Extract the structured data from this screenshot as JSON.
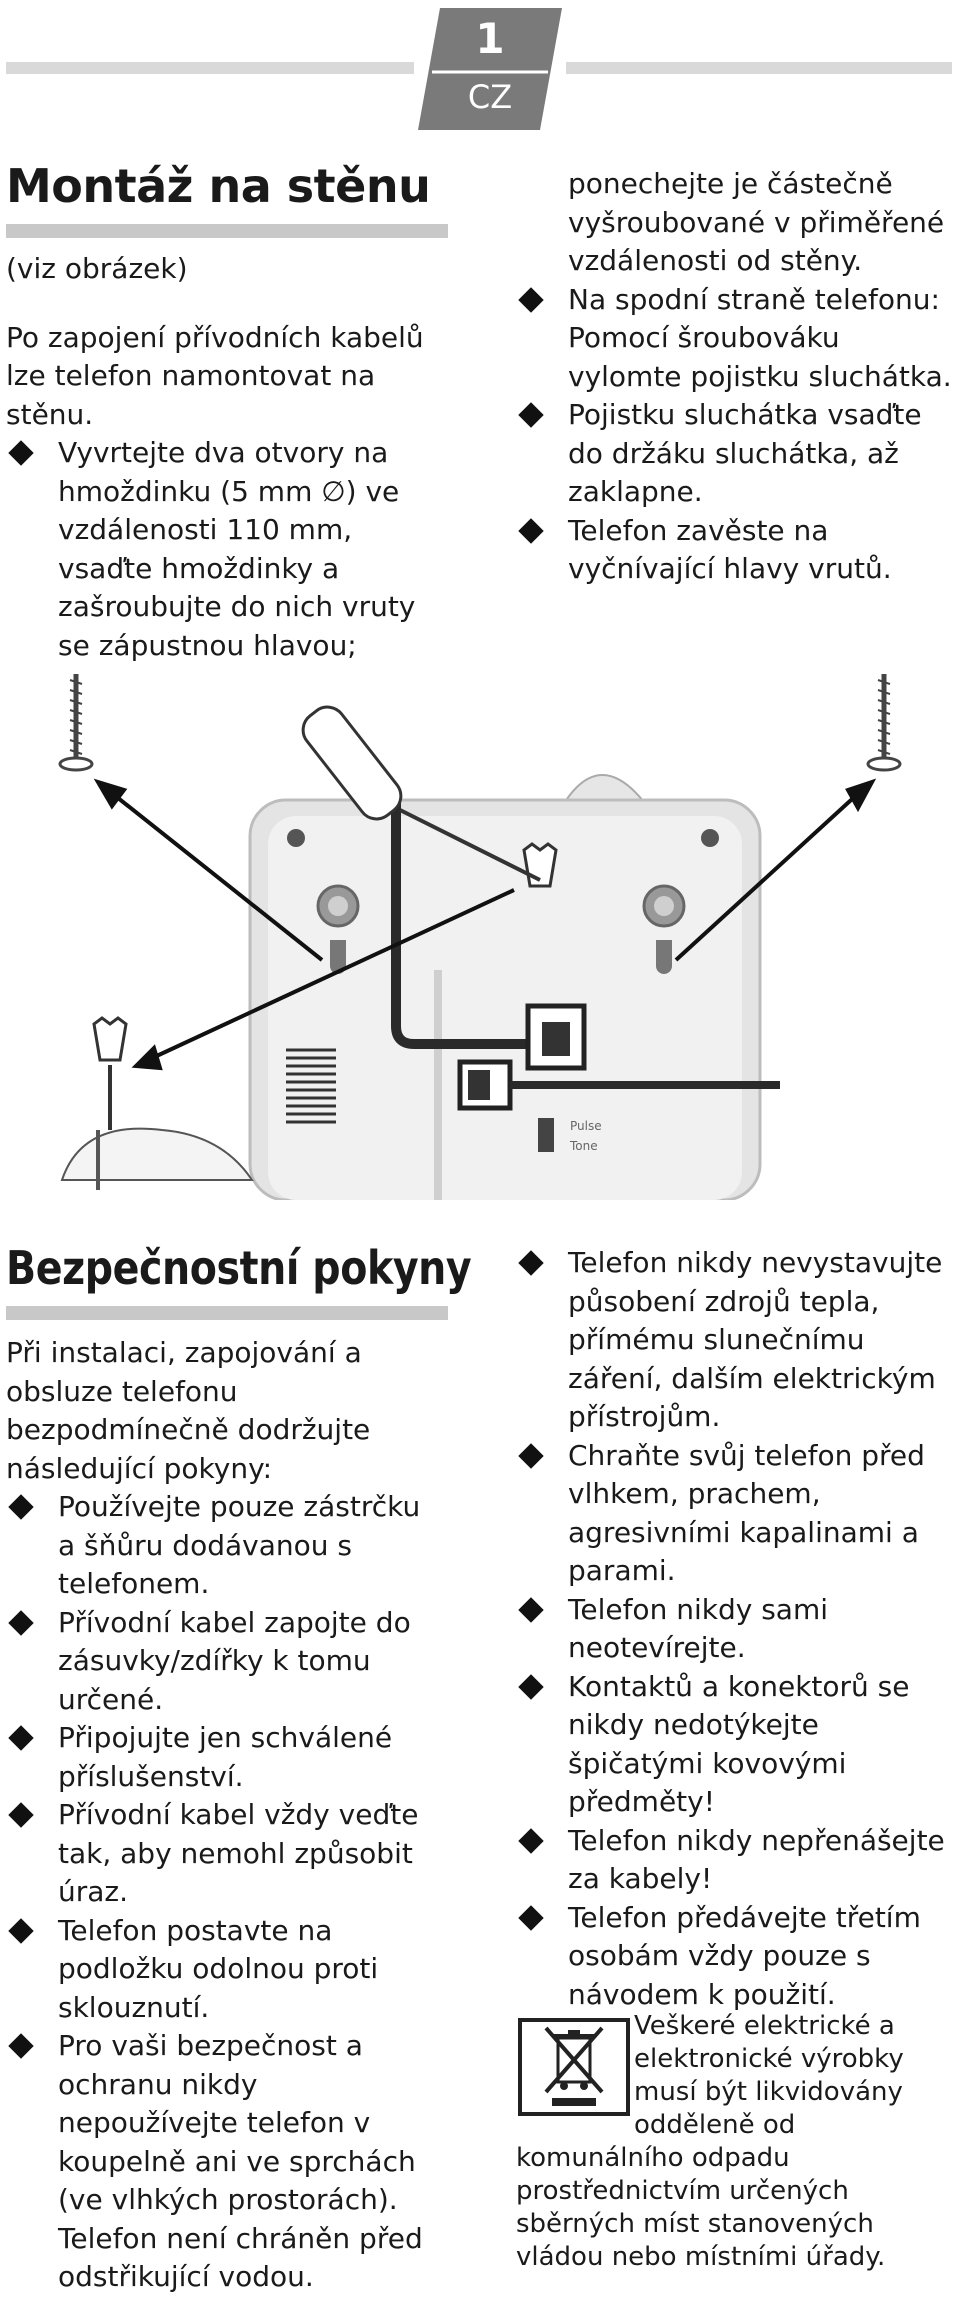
{
  "header": {
    "page_number": "1",
    "language": "CZ"
  },
  "mounting": {
    "title": "Montáž na stěnu",
    "subtitle": "(viz obrázek)",
    "intro": "Po zapojení přívodních kabelů lze telefon namontovat na stěnu.",
    "bullets": [
      "Vyvrtejte dva otvory na hmoždinku (5 mm ∅) ve vzdálenosti 110 mm, vsaďte hmoždinky a zašroubujte do nich vruty se zápustnou hlavou;",
      "Na spodní straně telefonu: Pomocí šroubováku vylomte pojistku sluchátka.",
      "Pojistku sluchátka vsaďte do držáku sluchátka, až zaklapne.",
      "Telefon zavěste na vyčnívající hlavy vrutů."
    ],
    "bullet1_continuation": "ponechejte je částečně vyšroubované v přiměřené vzdálenosti od stěny."
  },
  "illustration": {
    "switch_label_1": "Pulse",
    "switch_label_2": "Tone"
  },
  "safety": {
    "title": "Bezpečnostní pokyny",
    "intro": "Při instalaci, zapojování a obsluze telefonu bezpodmínečně dodržujte následující pokyny:",
    "left_bullets": [
      "Používejte pouze zástrčku a šňůru dodávanou s telefonem.",
      "Přívodní kabel zapojte do zásuvky/zdířky k tomu určené.",
      "Připojujte jen schválené příslušenství.",
      "Přívodní kabel vždy veďte tak, aby nemohl způsobit úraz.",
      "Telefon postavte na podložku odolnou proti sklouznutí.",
      "Pro vaši bezpečnost a ochranu nikdy nepoužívejte telefon v koupelně ani ve sprchách (ve vlhkých prostorách). Telefon není chráněn před odstřikující vodou."
    ],
    "right_bullets": [
      "Telefon nikdy nevystavujte působení zdrojů tepla, přímému slunečnímu záření, dalším elektrickým přístrojům.",
      "Chraňte svůj telefon před vlhkem, prachem, agresivními kapalinami a parami.",
      "Telefon nikdy sami neotevírejte.",
      "Kontaktů a konektorů se nikdy nedotýkejte špičatými kovovými předměty!",
      "Telefon nikdy nepřenášejte za kabely!",
      "Telefon předávejte třetím osobám vždy pouze s návodem k použití."
    ],
    "disposal_note": "Veškeré elektrické a elektronické výrobky musí být likvidovány odděleně od komunálního odpadu prostřednictvím určených sběrných míst stanovených vládou nebo místními úřady."
  }
}
